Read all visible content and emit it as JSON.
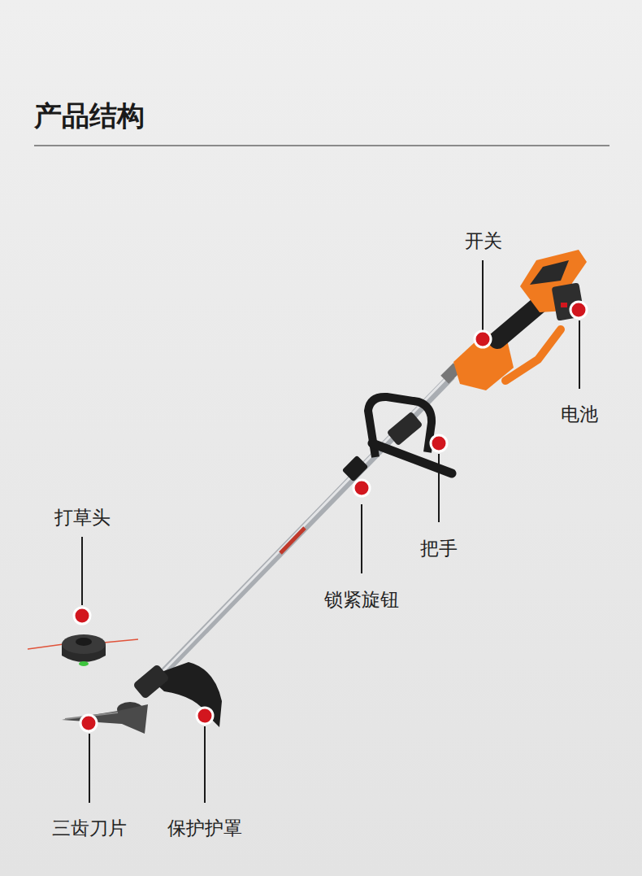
{
  "diagram": {
    "title": "产品结构",
    "labels": [
      "开关",
      "电池",
      "把手",
      "锁紧旋钮",
      "打草头",
      "三齿刀片",
      "保护护罩"
    ]
  }
}
